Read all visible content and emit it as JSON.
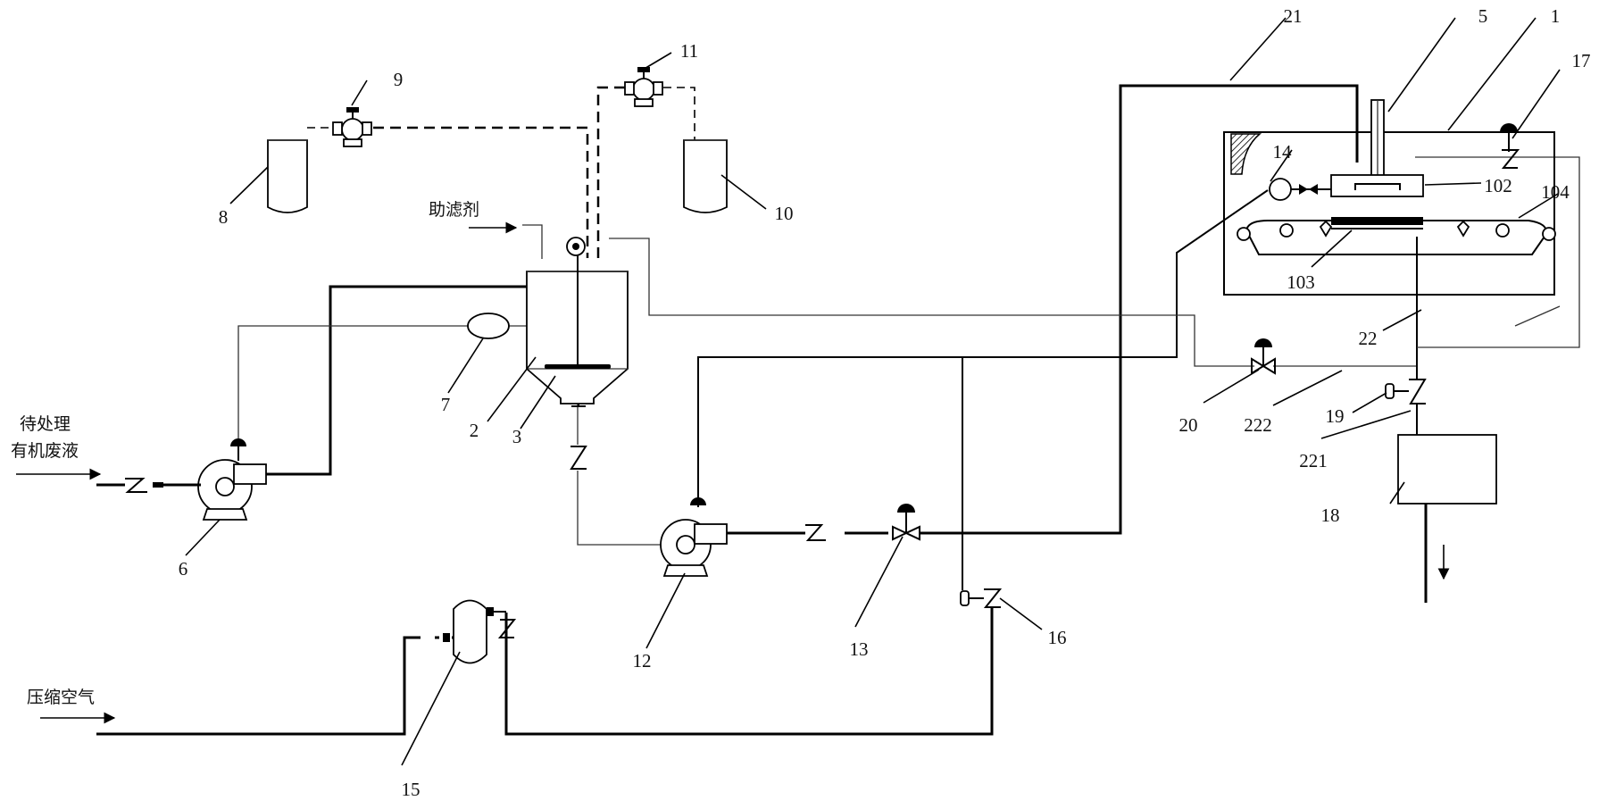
{
  "labels": {
    "n1": "1",
    "n2": "2",
    "n3": "3",
    "n5": "5",
    "n6": "6",
    "n7": "7",
    "n8": "8",
    "n9": "9",
    "n10": "10",
    "n11": "11",
    "n12": "12",
    "n13": "13",
    "n14": "14",
    "n15": "15",
    "n16": "16",
    "n17": "17",
    "n18": "18",
    "n19": "19",
    "n20": "20",
    "n21": "21",
    "n22": "22",
    "n102": "102",
    "n103": "103",
    "n104": "104",
    "n221": "221",
    "n222": "222"
  },
  "text": {
    "filter_aid": "助滤剂",
    "waste_line1": "待处理",
    "waste_line2": "有机废液",
    "compressed_air": "压缩空气"
  }
}
